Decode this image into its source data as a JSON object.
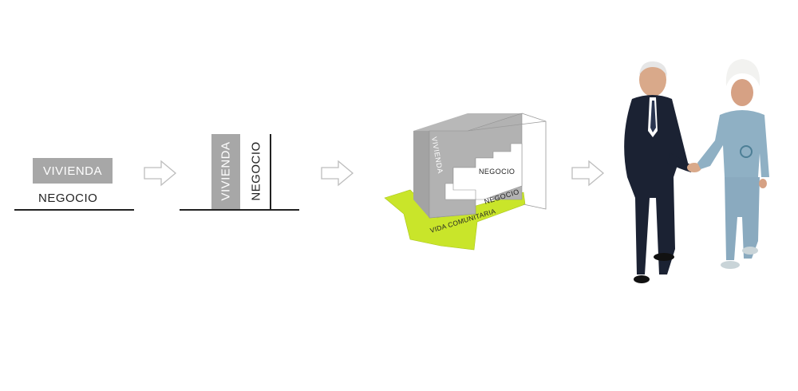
{
  "step1": {
    "top_label": "VIVIENDA",
    "bottom_label": "NEGOCIO"
  },
  "step2": {
    "left_label": "VIVIENDA",
    "right_label": "NEGOCIO"
  },
  "step3": {
    "housing_label": "VIVIENDA",
    "business_label": "NEGOCIO",
    "business_band_label": "NEGOCIO",
    "community_label": "VIDA COMUNITARIA"
  },
  "colors": {
    "block_gray": "#a7a7a7",
    "community_green": "#c9e52a",
    "arrow_outline": "#bdbdbd",
    "line": "#222222"
  },
  "icons": [
    "arrow-right-icon",
    "arrow-right-icon",
    "arrow-right-icon"
  ]
}
